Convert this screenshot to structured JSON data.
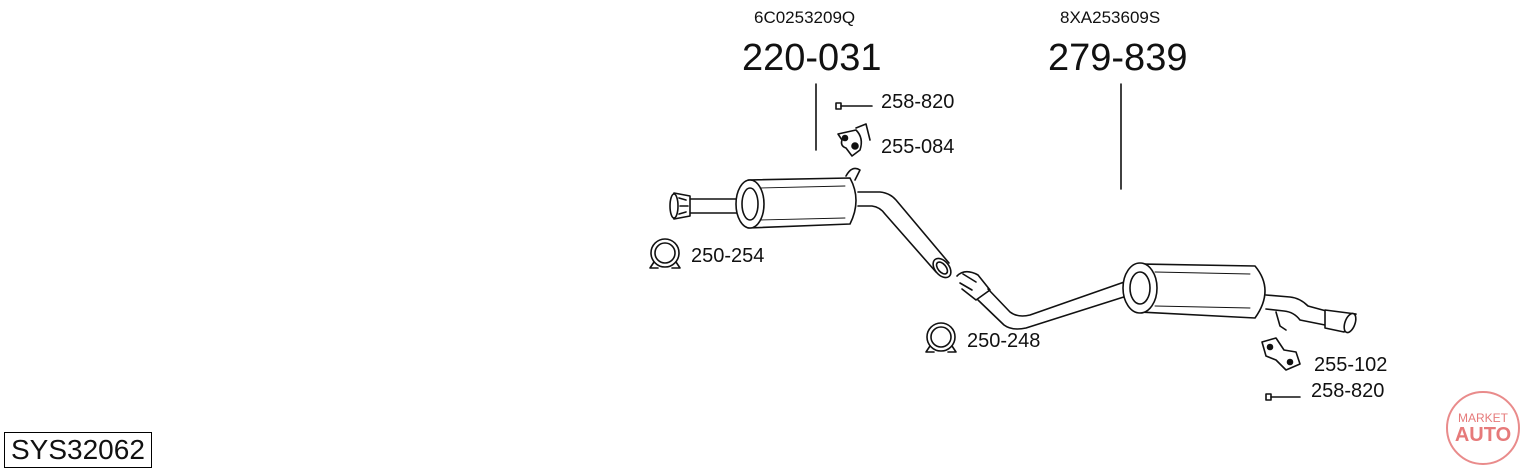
{
  "system_code": "SYS32062",
  "front_section": {
    "oe_number": "6C0253209Q",
    "part_number": "220-031",
    "accessories": [
      {
        "part": "258-820",
        "icon": "bolt-icon"
      },
      {
        "part": "255-084",
        "icon": "rubber-mount-icon"
      },
      {
        "part": "250-254",
        "icon": "clamp-icon"
      }
    ]
  },
  "rear_section": {
    "oe_number": "8XA253609S",
    "part_number": "279-839",
    "accessories": [
      {
        "part": "250-248",
        "icon": "clamp-icon"
      },
      {
        "part": "255-102",
        "icon": "bracket-icon"
      },
      {
        "part": "258-820",
        "icon": "bolt-icon"
      }
    ]
  },
  "watermark": {
    "line1": "MARKET",
    "line2": "AUTO",
    "color": "#e05a5a"
  }
}
